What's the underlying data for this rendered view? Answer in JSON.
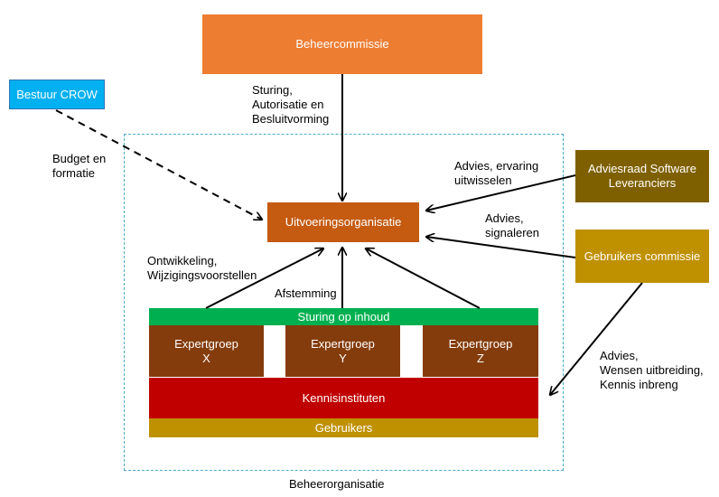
{
  "nodes": {
    "beheercommissie": "Beheercommissie",
    "bestuur": "Bestuur  CROW",
    "uitvoering": "Uitvoeringsorganisatie",
    "adviesraad": "Adviesraad Software\nLeveranciers",
    "gebruikerscommissie": "Gebruikers commissie",
    "sturing_inhoud": "Sturing op inhoud",
    "expert_x": "Expertgroep\nX",
    "expert_y": "Expertgroep\nY",
    "expert_z": "Expertgroep\nZ",
    "kennisinstituten": "Kennisinstituten",
    "gebruikers": "Gebruikers"
  },
  "edges": {
    "sturing": "Sturing,\nAutorisatie en\nBesluitvorming",
    "budget": "Budget en\nformatie",
    "advies_ervaring": "Advies, ervaring\nuitwisselen",
    "advies_signaleren": "Advies,\nsignaleren",
    "ontwikkeling": "Ontwikkeling,\nWijzigingsvoorstellen",
    "afstemming": "Afstemming",
    "advies_wensen": "Advies,\nWensen uitbreiding,\nKennis inbreng"
  },
  "group_label": "Beheerorganisatie",
  "colors": {
    "orange": "#ED7D31",
    "dark_orange": "#C55A11",
    "blue": "#00B0F0",
    "olive_brown": "#7F6000",
    "gold": "#BF9000",
    "green": "#00B050",
    "brown": "#843C0C",
    "red": "#C00000",
    "dashed_border": "#4BACC6"
  }
}
